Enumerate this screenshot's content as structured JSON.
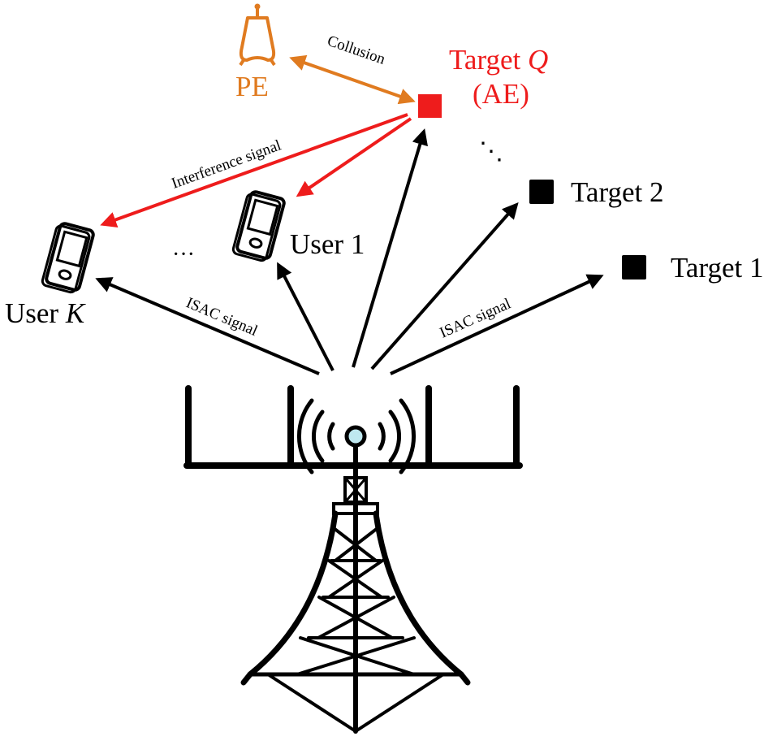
{
  "colors": {
    "ink": "#000000",
    "red": "#ee1c1c",
    "orange": "#e07b20",
    "bulb": "#bfe8f0"
  },
  "labels": {
    "pe": "PE",
    "collusion": "Collusion",
    "target_q_prefix": "Target ",
    "target_q_var": "Q",
    "target_q_role": "(AE)",
    "target2": "Target 2",
    "target1": "Target 1",
    "user1": "User 1",
    "userk_prefix": "User ",
    "userk_var": "K",
    "interference": "Interference signal",
    "isac_left": "ISAC signal",
    "isac_right": "ISAC signal",
    "ellipsis_users": "···",
    "ellipsis_targets": "⋱"
  },
  "icons": {
    "pe": "passive-eavesdropper-antenna-icon",
    "target_q": "active-eavesdropper-square-icon",
    "target": "target-square-icon",
    "user": "mobile-phone-icon",
    "bs": "base-station-tower-icon"
  }
}
